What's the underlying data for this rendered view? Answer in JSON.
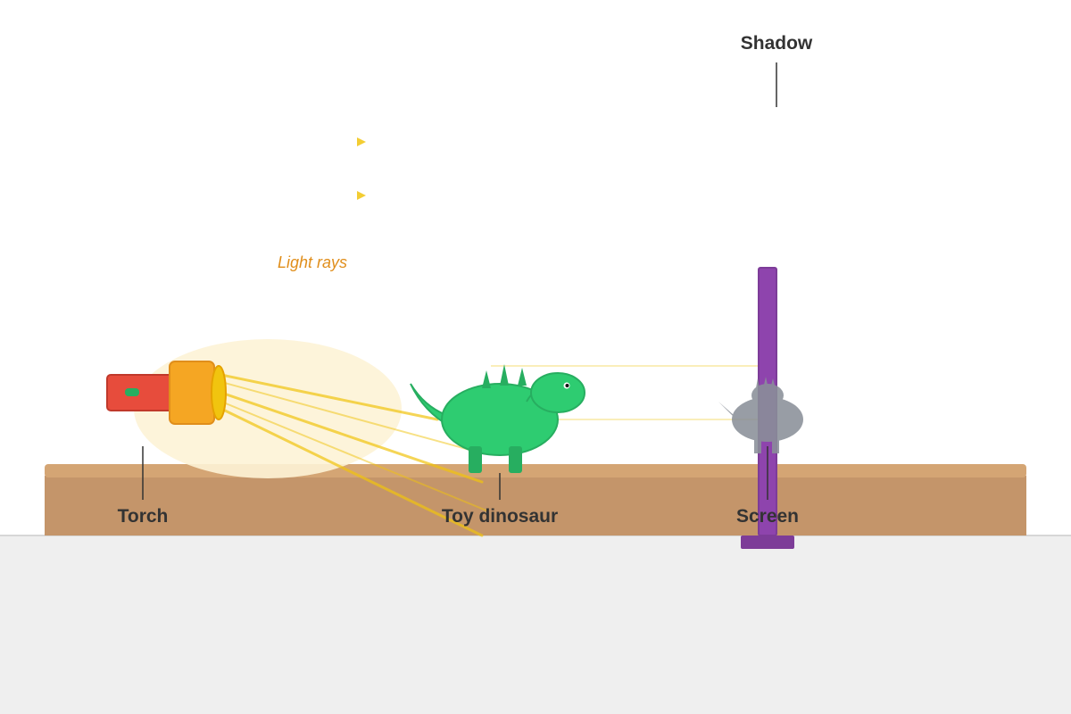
{
  "labels": {
    "shadow": "Shadow",
    "light_rays": "Light rays",
    "torch": "Torch",
    "toy_dinosaur": "Toy dinosaur",
    "screen": "Screen"
  },
  "colors": {
    "floor": "#efefef",
    "table_top": "#d4a574",
    "table_front": "#c4956a",
    "torch_body": "#e74c3c",
    "torch_head": "#f5a623",
    "torch_lens": "#f1c40f",
    "torch_switch": "#27ae60",
    "glow": "#fdf3d6",
    "ray": "#f1c40f",
    "dinosaur": "#2ecc71",
    "dinosaur_dark": "#27ae60",
    "screen": "#8e44ad",
    "screen_base": "#7d3c98",
    "shadow": "#8a9099",
    "label_text": "#333333",
    "rays_label_text": "#e08e1b"
  },
  "icons": {
    "torch": "torch-icon",
    "dinosaur": "dinosaur-icon",
    "screen": "screen-icon",
    "shadow": "dinosaur-shadow-icon",
    "ray_arrow": "arrow-right-icon"
  }
}
